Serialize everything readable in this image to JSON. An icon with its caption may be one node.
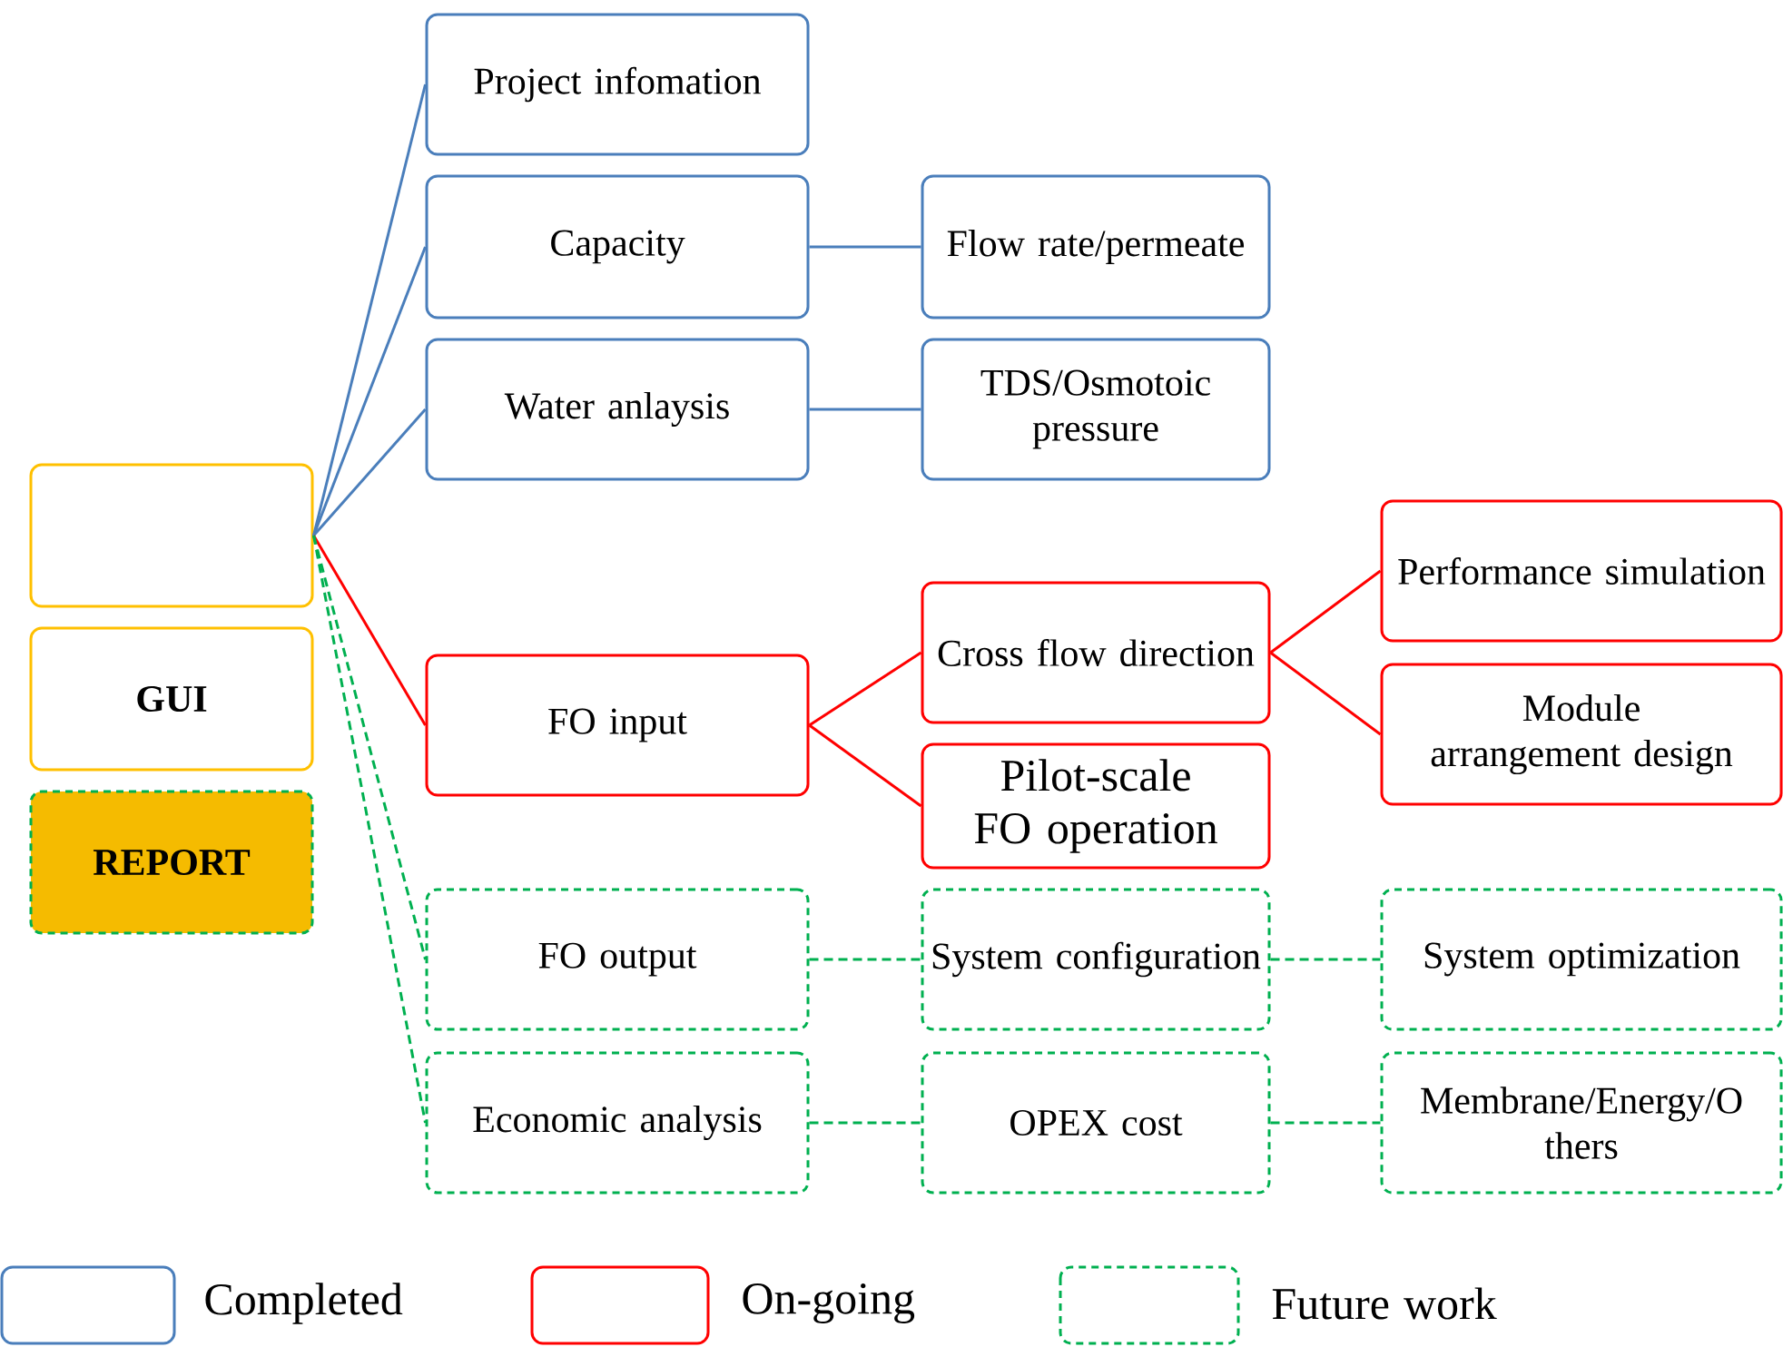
{
  "diagram": {
    "nodes": [
      {
        "text": [],
        "shape": "box"
      },
      {
        "text": [
          "GUI"
        ]
      },
      {
        "text": [
          "REPORT"
        ]
      },
      {
        "text": [
          "Project infomation"
        ]
      },
      {
        "text": [
          "Capacity"
        ]
      },
      {
        "text": [
          "Flow rate/permeate"
        ]
      },
      {
        "text": [
          "Water anlaysis"
        ]
      },
      {
        "text": [
          "TDS/Osmotoic pressure"
        ]
      },
      {
        "text": [
          "FO input"
        ]
      },
      {
        "text": [
          "Cross flow direction"
        ]
      },
      {
        "text": [
          "Performance simulation"
        ]
      },
      {
        "text": [
          "Module arrangement design"
        ]
      },
      {
        "text": [
          "Pilot-scale FO operation"
        ]
      },
      {
        "text": [
          "FO output"
        ]
      },
      {
        "text": [
          "System configuration"
        ]
      },
      {
        "text": [
          "System optimization"
        ]
      },
      {
        "text": [
          "Economic analysis"
        ]
      },
      {
        "text": [
          "OPEX cost"
        ]
      },
      {
        "text": [
          "Membrane/Energy/O thers"
        ]
      }
    ],
    "edges": [
      {
        "from": 0,
        "to": 3,
        "arrow": "none",
        "color": "#4a7ebb"
      },
      {
        "from": 0,
        "to": 4,
        "arrow": "none",
        "color": "#4a7ebb"
      },
      {
        "from": 0,
        "to": 6,
        "arrow": "none",
        "color": "#4a7ebb"
      },
      {
        "from": 4,
        "to": 5,
        "arrow": "none",
        "color": "#4a7ebb"
      },
      {
        "from": 6,
        "to": 7,
        "arrow": "none",
        "color": "#4a7ebb"
      },
      {
        "from": 0,
        "to": 8,
        "arrow": "none",
        "color": "#ff0000"
      },
      {
        "from": 8,
        "to": 9,
        "arrow": "none",
        "color": "#ff0000"
      },
      {
        "from": 8,
        "to": 12,
        "arrow": "none",
        "color": "#ff0000"
      },
      {
        "from": 9,
        "to": 10,
        "arrow": "none",
        "color": "#ff0000"
      },
      {
        "from": 9,
        "to": 11,
        "arrow": "none",
        "color": "#ff0000"
      },
      {
        "from": 0,
        "to": 13,
        "arrow": "none",
        "style": "dashed",
        "color": "#00b050"
      },
      {
        "from": 0,
        "to": 16,
        "arrow": "none",
        "style": "dashed",
        "color": "#00b050"
      },
      {
        "from": 13,
        "to": 14,
        "arrow": "none",
        "style": "dashed",
        "color": "#00b050"
      },
      {
        "from": 14,
        "to": 15,
        "arrow": "none",
        "style": "dashed",
        "color": "#00b050"
      },
      {
        "from": 16,
        "to": 17,
        "arrow": "none",
        "style": "dashed",
        "color": "#00b050"
      },
      {
        "from": 17,
        "to": 18,
        "arrow": "none",
        "style": "dashed",
        "color": "#00b050"
      }
    ],
    "legend": [
      {
        "text": "Completed",
        "color": "#4a7ebb"
      },
      {
        "text": "On-going",
        "color": "#ff0000"
      },
      {
        "text": "Future work",
        "color": "#00b050"
      }
    ]
  }
}
